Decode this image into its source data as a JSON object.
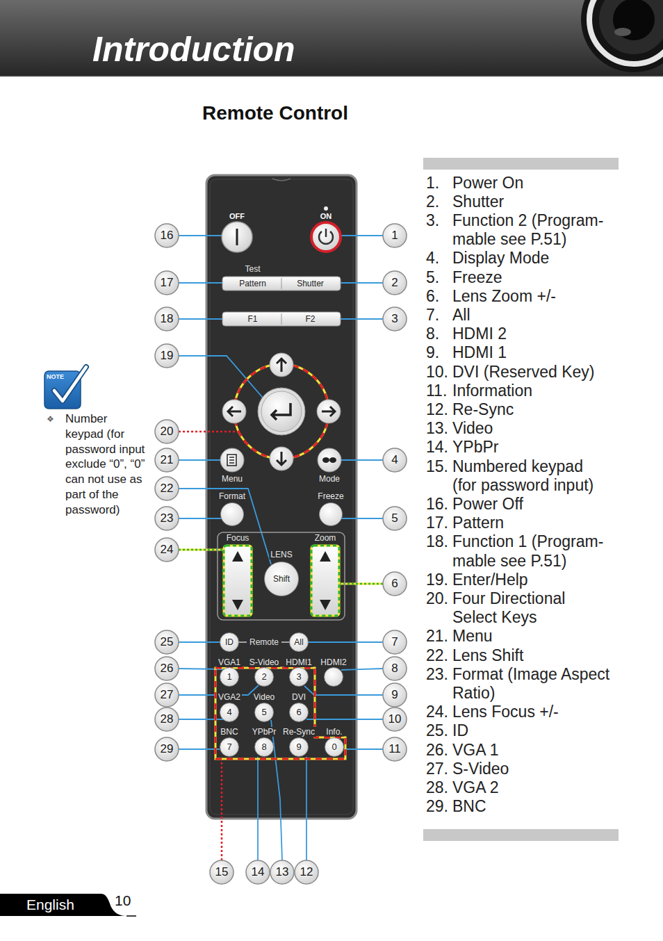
{
  "diagram": {
    "title": "Remote Control",
    "nodes": [
      {
        "text": [
          "OFF"
        ]
      },
      {
        "text": [
          "ON"
        ]
      },
      {
        "text": [
          "Test",
          "Pattern"
        ]
      },
      {
        "text": [
          "Shutter"
        ]
      },
      {
        "text": [
          "F1"
        ]
      },
      {
        "text": [
          "F2"
        ]
      },
      {
        "text": [
          "Menu"
        ]
      },
      {
        "text": [
          "Mode"
        ]
      },
      {
        "text": [
          "Format"
        ]
      },
      {
        "text": [
          "Freeze"
        ]
      },
      {
        "text": [
          "Focus"
        ]
      },
      {
        "text": [
          "LENS",
          "Shift"
        ]
      },
      {
        "text": [
          "Zoom"
        ]
      },
      {
        "text": [
          "ID"
        ]
      },
      {
        "text": [
          "All"
        ]
      },
      {
        "text": [
          "VGA1",
          "1"
        ]
      },
      {
        "text": [
          "S-Video",
          "2"
        ]
      },
      {
        "text": [
          "HDMI1",
          "3"
        ]
      },
      {
        "text": [
          "HDMI2"
        ]
      },
      {
        "text": [
          "VGA2",
          "4"
        ]
      },
      {
        "text": [
          "Video",
          "5"
        ]
      },
      {
        "text": [
          "DVI",
          "6"
        ]
      },
      {
        "text": [
          "BNC",
          "7"
        ]
      },
      {
        "text": [
          "YPbPr",
          "8"
        ]
      },
      {
        "text": [
          "Re-Sync",
          "9"
        ]
      },
      {
        "text": [
          "Info.",
          "0"
        ]
      }
    ],
    "labels": [
      "Introduction",
      "NOTE",
      "❖",
      "Number keypad (for password input exclude “0”, “0” can not use as part of the password)",
      "1",
      "2",
      "3",
      "4",
      "5",
      "6",
      "7",
      "8",
      "9",
      "10",
      "11",
      "12",
      "13",
      "14",
      "15",
      "16",
      "17",
      "18",
      "19",
      "20",
      "21",
      "22",
      "23",
      "24",
      "25",
      "26",
      "27",
      "28",
      "29",
      "1.",
      "Power On",
      "2.",
      "Shutter",
      "3.",
      "Function 2 (Program- mable see P.51)",
      "4.",
      "Display Mode",
      "5.",
      "Freeze",
      "6.",
      "Lens Zoom +/-",
      "7.",
      "All",
      "8.",
      "HDMI 2",
      "9.",
      "HDMI 1",
      "10.",
      "DVI (Reserved Key)",
      "11.",
      "Information",
      "12.",
      "Re-Sync",
      "13.",
      "Video",
      "14.",
      "YPbPr",
      "15.",
      "Numbered keypad (for password input)",
      "16.",
      "Power Off",
      "17.",
      "Pattern",
      "18.",
      "Function 1 (Program- mable see P.51)",
      "19.",
      "Enter/Help",
      "20.",
      "Four Directional Select Keys",
      "21.",
      "Menu",
      "22.",
      "Lens Shift",
      "23.",
      "Format (Image Aspect Ratio)",
      "24.",
      "Lens Focus +/-",
      "25.",
      "ID",
      "26.",
      "VGA 1",
      "27.",
      "S-Video",
      "28.",
      "VGA 2",
      "29.",
      "BNC",
      "Remote",
      "English",
      "10"
    ]
  }
}
